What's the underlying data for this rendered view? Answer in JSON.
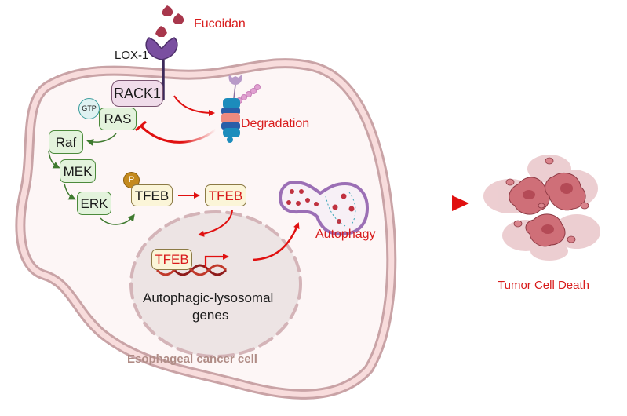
{
  "diagram": {
    "title": "Fucoidan-induced autophagic tumor cell death in esophageal cancer",
    "colors": {
      "membrane_outer": "#c9a3a6",
      "membrane_fill": "#f8dcdc",
      "cytoplasm": "#fdf6f6",
      "nucleus": "#ede4e4",
      "activation_arrow": "#e01010",
      "kinase_arrow": "#3f7a2f",
      "label_red": "#d81b1b",
      "cell_label": "#b08c86"
    },
    "labels": {
      "ligand": "Fucoidan",
      "receptor": "LOX-1",
      "degradation": "Degradation",
      "autophagy": "Autophagy",
      "cell_name": "Esophageal cancer cell",
      "genes_line1": "Autophagic-lysosomal",
      "genes_line2": "genes",
      "outcome": "Tumor Cell Death"
    },
    "nodes": {
      "rack1": "RACK1",
      "gtp": "GTP",
      "ras": "RAS",
      "raf": "Raf",
      "mek": "MEK",
      "erk": "ERK",
      "phospho": "P",
      "tfeb_phospho": "TFEB",
      "tfeb_active": "TFEB",
      "tfeb_nuclear": "TFEB"
    },
    "edges": [
      {
        "from": "Fucoidan",
        "to": "LOX-1",
        "type": "binding"
      },
      {
        "from": "LOX-1",
        "to": "RACK1",
        "type": "association"
      },
      {
        "from": "RACK1",
        "to": "Degradation",
        "type": "activation"
      },
      {
        "from": "Degradation",
        "to": "RAS",
        "type": "inhibition"
      },
      {
        "from": "RAS",
        "to": "Raf",
        "type": "activation"
      },
      {
        "from": "Raf",
        "to": "MEK",
        "type": "activation"
      },
      {
        "from": "MEK",
        "to": "ERK",
        "type": "activation"
      },
      {
        "from": "ERK",
        "to": "TFEB (phosphorylated)",
        "type": "activation"
      },
      {
        "from": "TFEB (phosphorylated)",
        "to": "TFEB (active)",
        "type": "activation"
      },
      {
        "from": "TFEB (active)",
        "to": "TFEB (nuclear)",
        "type": "translocation"
      },
      {
        "from": "Autophagic-lysosomal genes",
        "to": "Autophagy",
        "type": "activation"
      },
      {
        "from": "Autophagy",
        "to": "Tumor Cell Death",
        "type": "activation"
      }
    ]
  }
}
